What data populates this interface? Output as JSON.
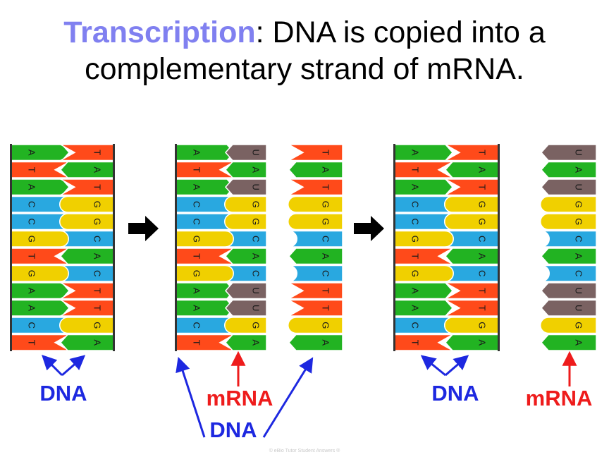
{
  "title": {
    "term": "Transcription",
    "rest_line1": ": DNA is copied into a",
    "line2": "complementary strand of mRNA.",
    "term_color": "#8080f0"
  },
  "colors": {
    "A": "#22b322",
    "T": "#ff4a1a",
    "C": "#29a8e0",
    "G": "#f0d000",
    "U": "#7a6262",
    "dna_label": "#1d28e0",
    "mrna_label": "#ee1c1c",
    "arrow": "#000000"
  },
  "strands": {
    "dna_left": [
      "A",
      "T",
      "A",
      "C",
      "C",
      "G",
      "T",
      "G",
      "A",
      "A",
      "C",
      "T"
    ],
    "dna_right": [
      "T",
      "A",
      "T",
      "G",
      "G",
      "C",
      "A",
      "C",
      "T",
      "T",
      "G",
      "A"
    ],
    "mrna": [
      "U",
      "A",
      "U",
      "G",
      "G",
      "C",
      "A",
      "C",
      "U",
      "U",
      "G",
      "A"
    ]
  },
  "labels": {
    "dna": "DNA",
    "mrna": "mRNA"
  },
  "credit": "© eBio Tutor Student Answers ®"
}
